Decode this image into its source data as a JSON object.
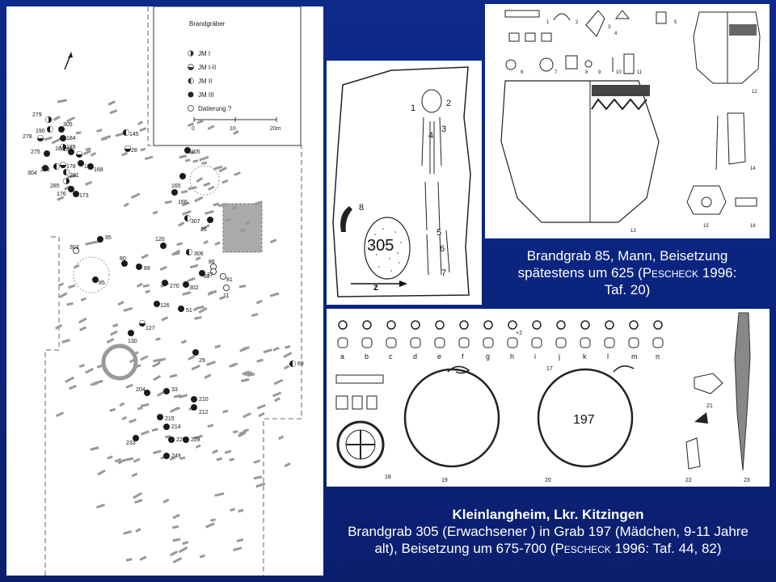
{
  "map": {
    "legend_title": "Brandgräber",
    "legend_items": [
      "JM I",
      "JM I-II",
      "JM II",
      "JM III",
      "Datierung ?"
    ],
    "scale_labels": [
      "0",
      "10",
      "20m"
    ],
    "grave_labels": [
      "279",
      "190",
      "305",
      "278",
      "184",
      "189",
      "275",
      "186",
      "185",
      "180",
      "288",
      "304",
      "178",
      "281",
      "168",
      "285",
      "176",
      "173",
      "145",
      "28",
      "105",
      "165",
      "166",
      "307",
      "26",
      "85",
      "303",
      "95",
      "120",
      "80",
      "89",
      "306",
      "86",
      "270",
      "82",
      "27",
      "302",
      "81",
      "11",
      "126",
      "51",
      "127",
      "130",
      "29",
      "69",
      "204",
      "33",
      "210",
      "212",
      "215",
      "214",
      "233",
      "229",
      "228",
      "249"
    ]
  },
  "grave305": {
    "number": "305",
    "find_labels": [
      "1",
      "2",
      "3",
      "4",
      "8",
      "5",
      "6",
      "7"
    ],
    "north_label": "z"
  },
  "grave85": {
    "find_labels": [
      "1",
      "2",
      "3",
      "4",
      "5",
      "6",
      "7",
      "8",
      "9",
      "10",
      "11",
      "12",
      "13",
      "14",
      "15",
      "16"
    ]
  },
  "grave197": {
    "bead_labels": [
      "a",
      "b",
      "c",
      "d",
      "e",
      "f",
      "g",
      "h",
      "i",
      "j",
      "k",
      "l",
      "m",
      "n"
    ],
    "find_labels": [
      "17",
      "18",
      "19",
      "20",
      "21",
      "22",
      "23",
      "+2"
    ],
    "grave_number": "197"
  },
  "captions": {
    "grave85_line1": "Brandgrab 85, Mann, Beisetzung",
    "grave85_line2_pre": "spätestens um 625 (P",
    "grave85_line2_sc": "escheck",
    "grave85_line2_post": " 1996:",
    "grave85_line3": "Taf. 20)",
    "site_title": "Kleinlangheim, Lkr. Kitzingen",
    "grave197_line1": "Brandgrab 305 (Erwachsener ) in Grab 197 (Mädchen, 9-11 Jahre",
    "grave197_line2_pre": "alt), Beisetzung um 675-700 (P",
    "grave197_line2_sc": "escheck",
    "grave197_line2_post": " 1996: Taf. 44, 82)"
  }
}
